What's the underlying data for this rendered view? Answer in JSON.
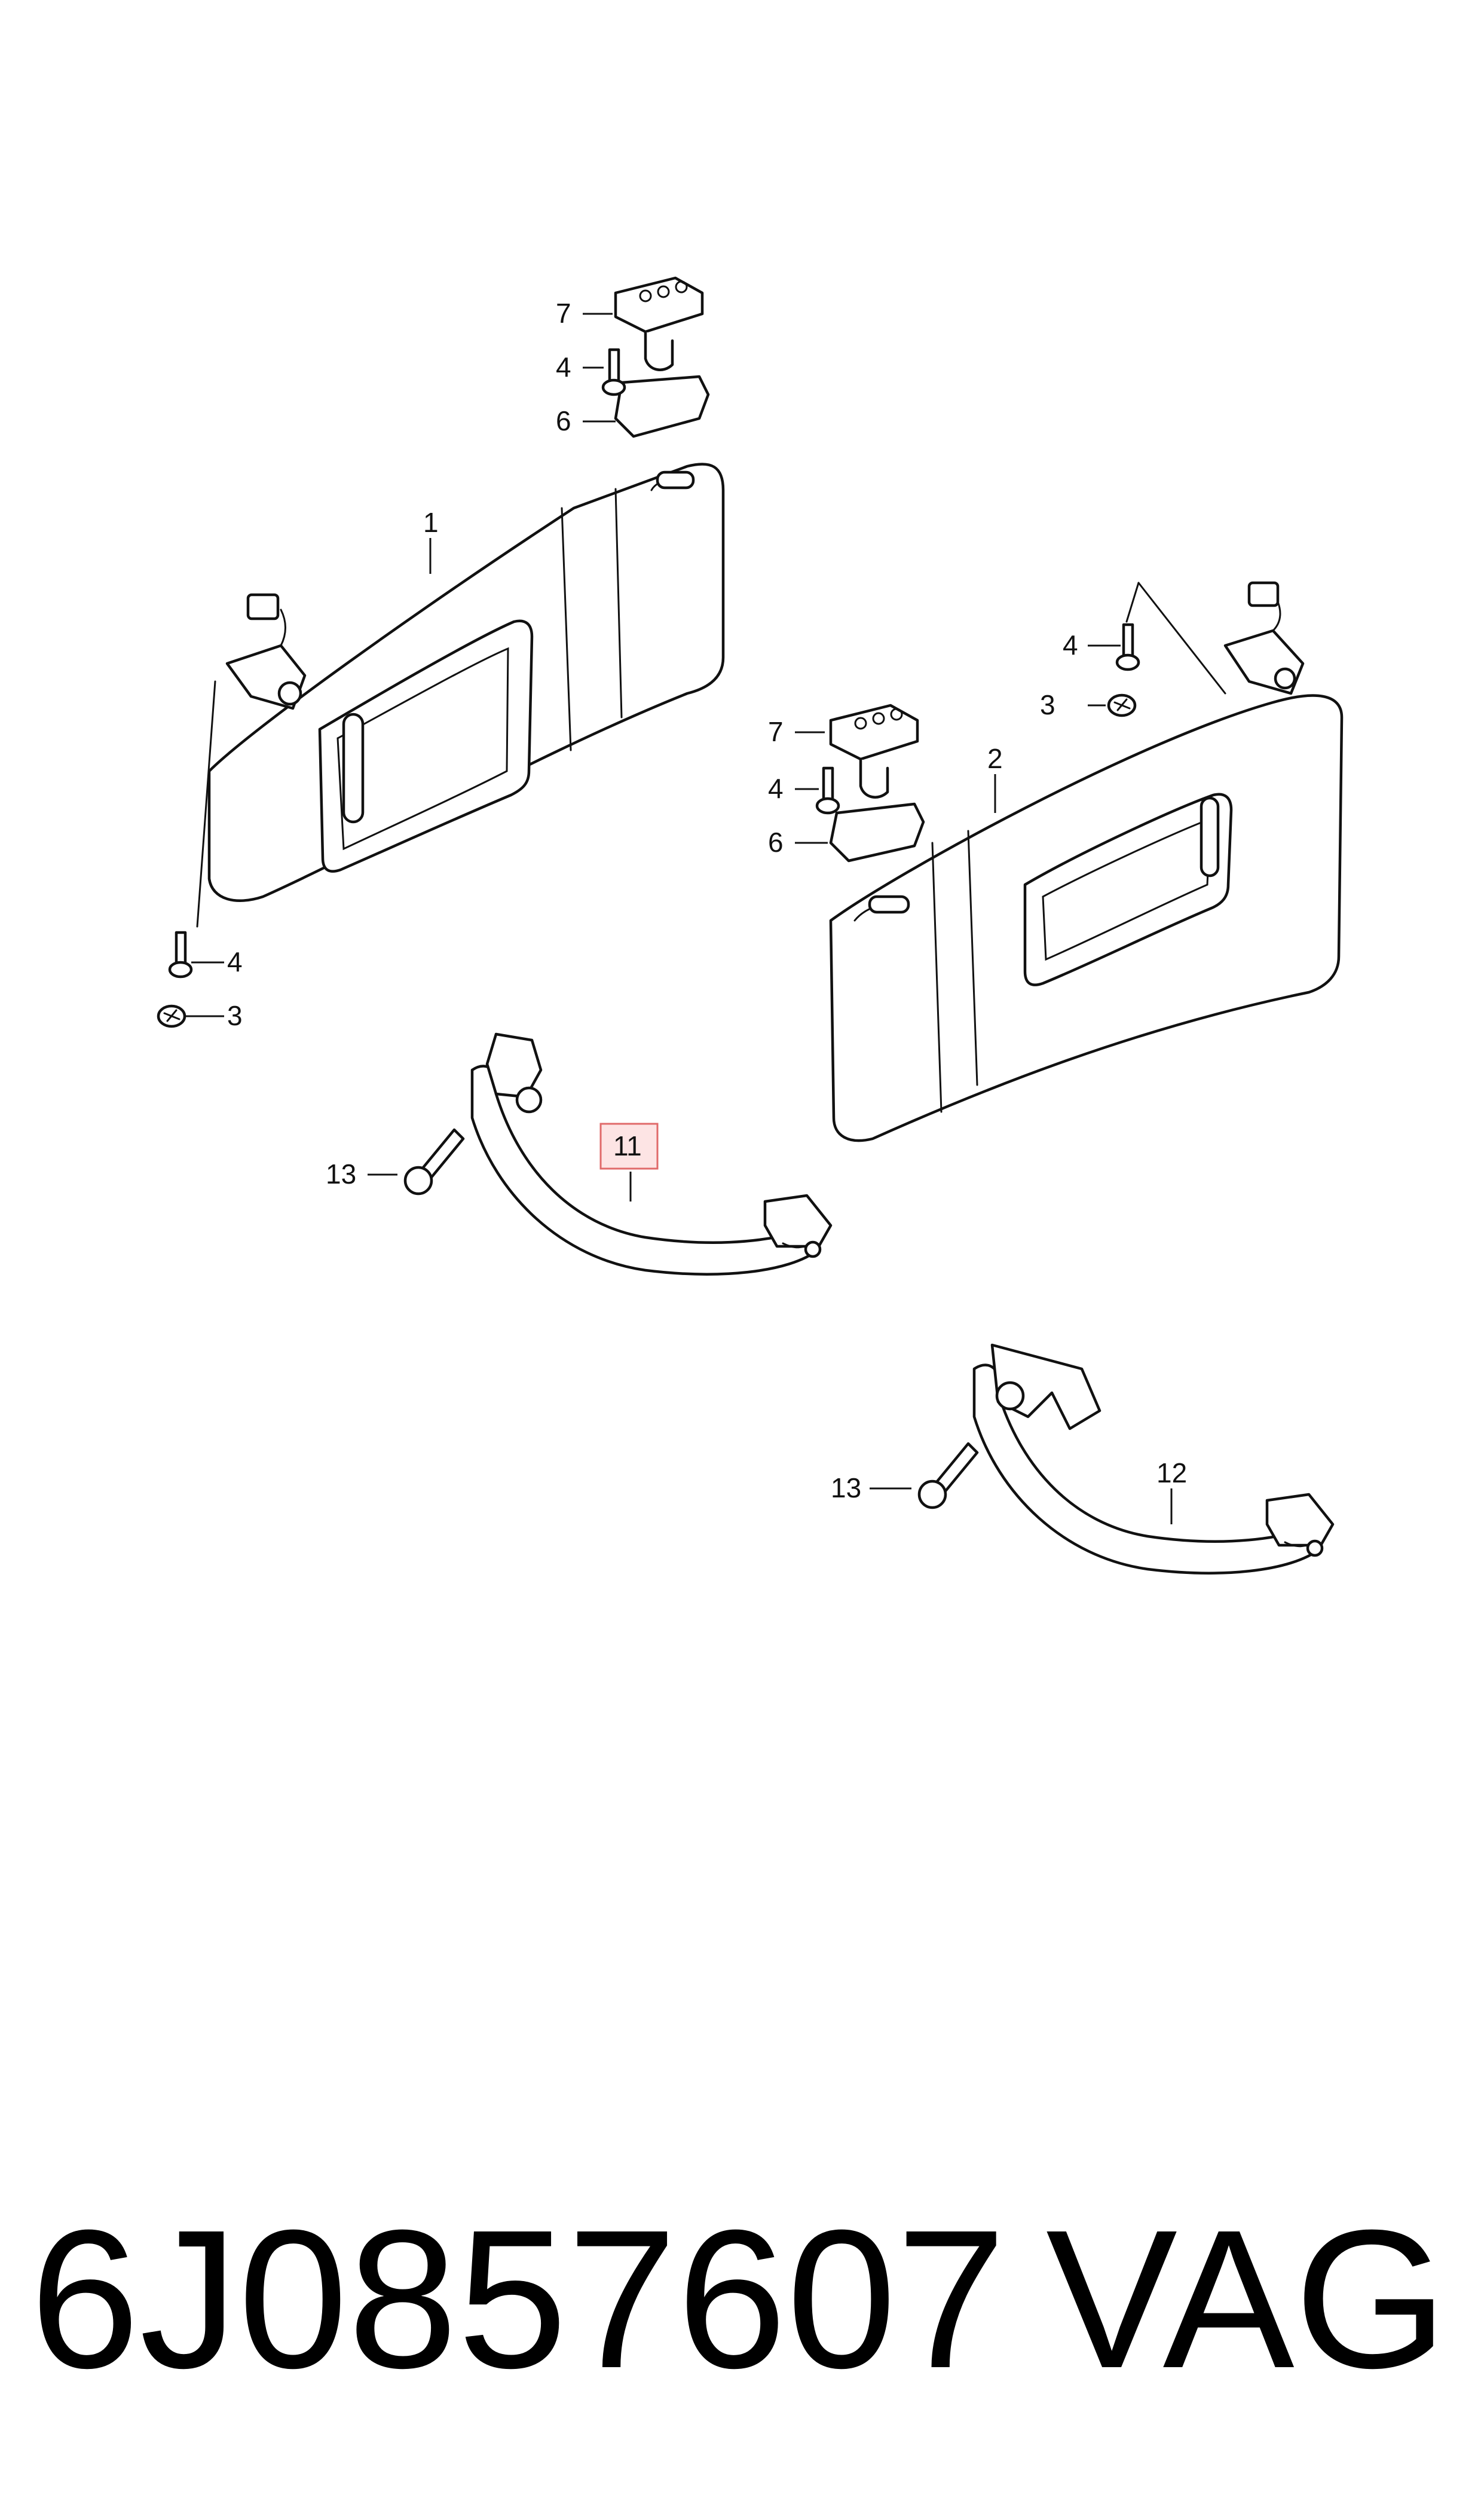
{
  "callouts": {
    "c1": "1",
    "c2": "2",
    "c3a": "3",
    "c3b": "3",
    "c4a": "4",
    "c4b": "4",
    "c4c": "4",
    "c4d": "4",
    "c6a": "6",
    "c6b": "6",
    "c7a": "7",
    "c7b": "7",
    "c11": "11",
    "c12": "12",
    "c13a": "13",
    "c13b": "13"
  },
  "highlight": "11",
  "colors": {
    "highlight_fill": "#fde4e4",
    "highlight_border": "#e06a6a",
    "ink": "#111111"
  },
  "footer": {
    "part_number": "6J0857607",
    "brand": "VAG"
  }
}
